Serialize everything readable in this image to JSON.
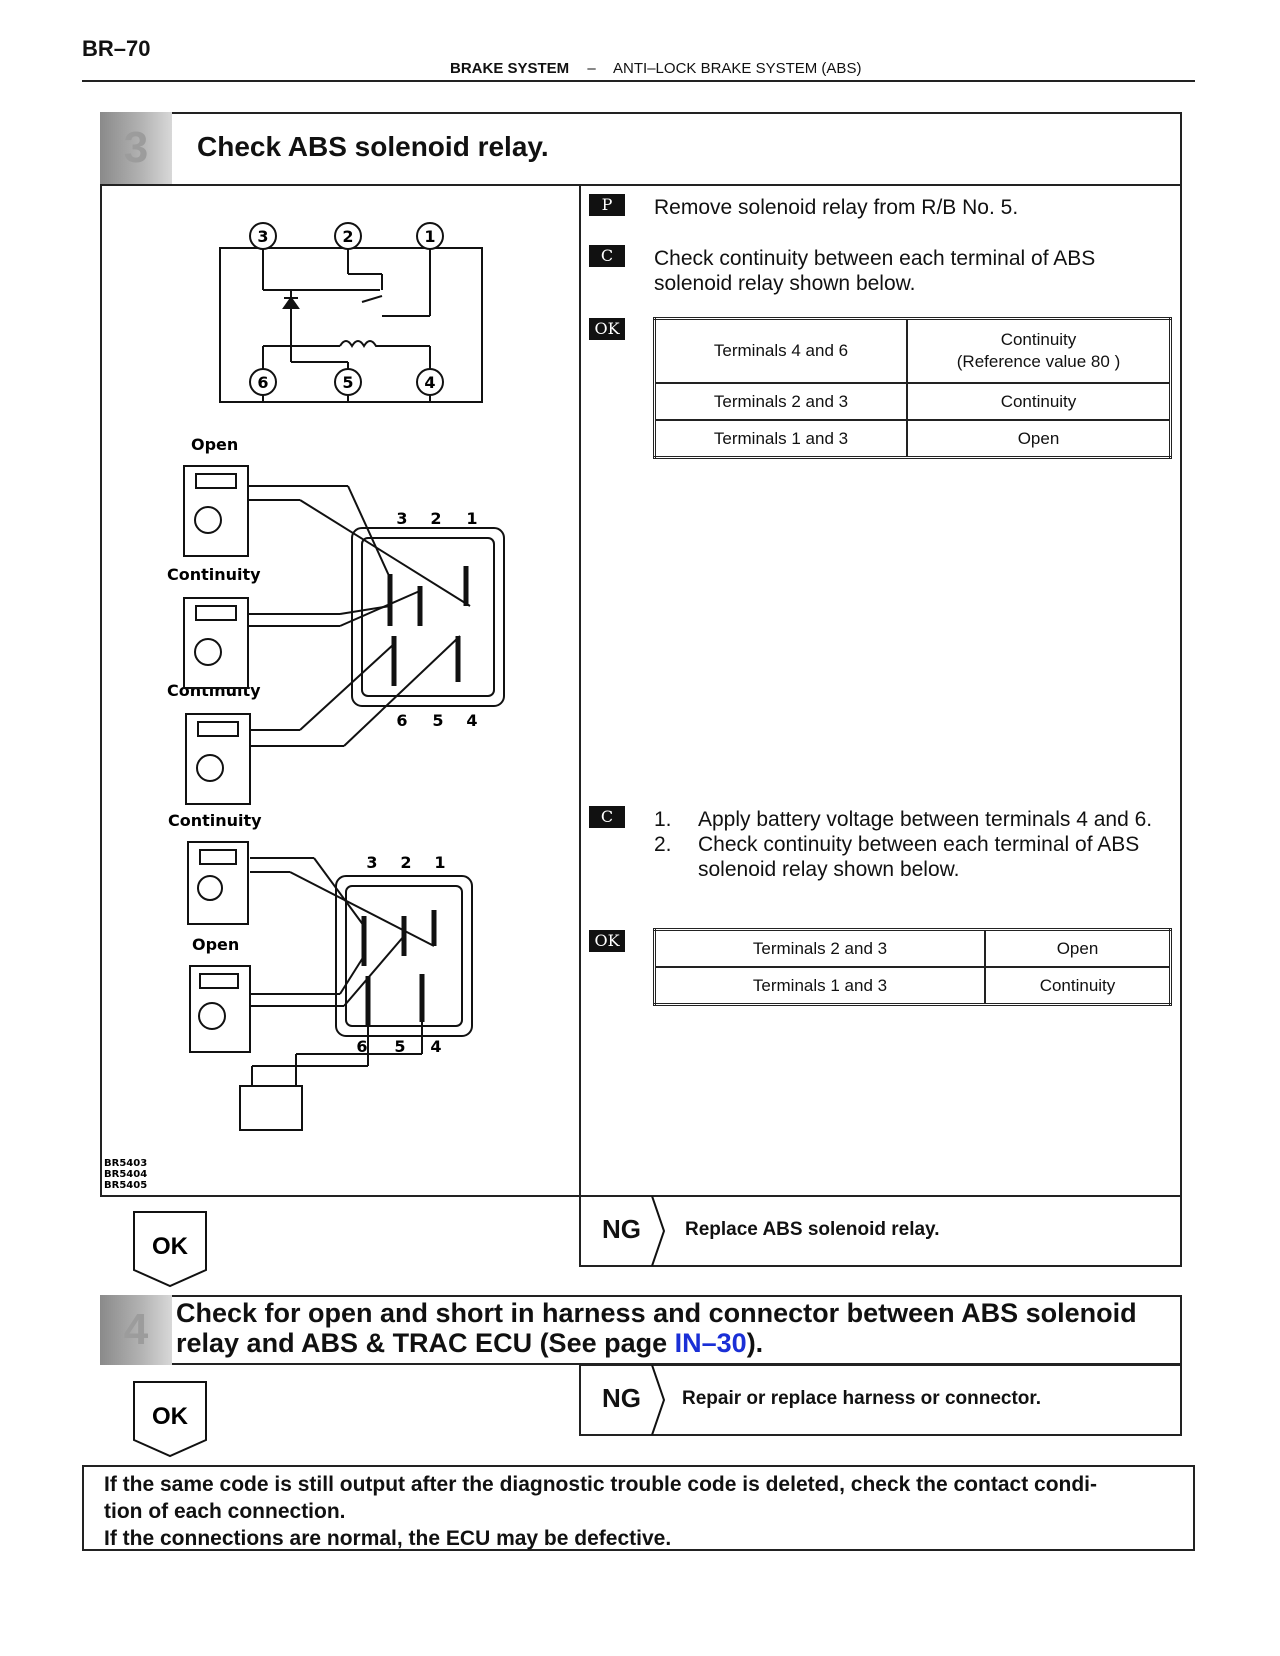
{
  "header": {
    "page_number": "BR–70",
    "section": "BRAKE SYSTEM",
    "dash": "–",
    "subsection": "ANTI–LOCK BRAKE SYSTEM (ABS)"
  },
  "step3": {
    "number": "3",
    "title": "Check ABS solenoid relay.",
    "tag_p": "P",
    "instruction_p": "Remove solenoid relay from R/B No. 5.",
    "tag_c1": "C",
    "instruction_c1": "Check continuity between each terminal of ABS solenoid relay shown below.",
    "tag_ok1": "OK",
    "table1": [
      {
        "terminals": "Terminals 4 and 6",
        "result": "Continuity",
        "result2": "(Reference  value 80    )"
      },
      {
        "terminals": "Terminals 2 and 3",
        "result": "Continuity"
      },
      {
        "terminals": "Terminals 1 and 3",
        "result": "Open"
      }
    ],
    "tag_c2": "C",
    "steps": [
      {
        "num": "1.",
        "text": "Apply battery voltage between terminals 4 and 6."
      },
      {
        "num": "2.",
        "text": "Check continuity between each terminal of ABS solenoid relay shown below."
      }
    ],
    "tag_ok2": "OK",
    "table2": [
      {
        "terminals": "Terminals 2 and 3",
        "result": "Open"
      },
      {
        "terminals": "Terminals 1 and 3",
        "result": "Continuity"
      }
    ],
    "ok_badge": "OK",
    "ng_label": "NG",
    "ng_text": "Replace ABS solenoid relay."
  },
  "diagram": {
    "schematic_terminals": [
      "3",
      "2",
      "1",
      "6",
      "5",
      "4"
    ],
    "labels": {
      "open1": "Open",
      "cont1": "Continuity",
      "cont2": "Continuity",
      "cont3": "Continuity",
      "open2": "Open"
    },
    "relay1_top": [
      "3",
      "2",
      "1"
    ],
    "relay1_bottom": [
      "6",
      "5",
      "4"
    ],
    "relay2_top": [
      "3",
      "2",
      "1"
    ],
    "relay2_bottom": [
      "6",
      "5",
      "4"
    ],
    "figure_codes": [
      "BR5403",
      "BR5404",
      "BR5405"
    ]
  },
  "step4": {
    "number": "4",
    "title_line1": "Check for open and short in harness and connector between ABS solenoid",
    "title_line2_pre": "relay and ABS & TRAC ECU (See page ",
    "title_link": "IN–30",
    "title_line2_post": ").",
    "ok_badge": "OK",
    "ng_label": "NG",
    "ng_text": "Repair or replace harness or connector."
  },
  "note": {
    "line1": "If the same code is still output after the diagnostic trouble code is deleted, check the contact condi-",
    "line2": "tion of each connection.",
    "line3": "If the connections are normal, the ECU may be defective."
  }
}
